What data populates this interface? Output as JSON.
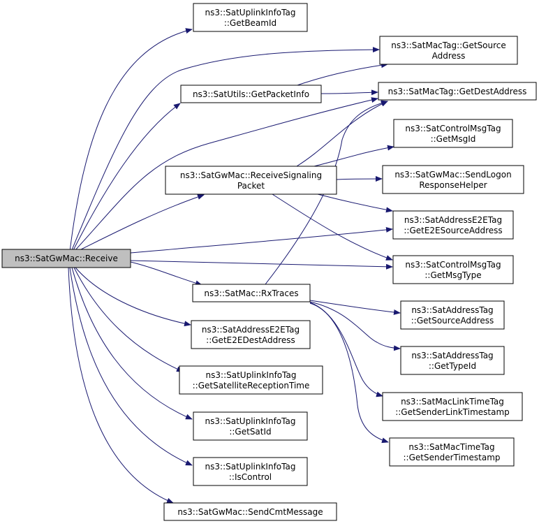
{
  "diagram": {
    "colors": {
      "edge": "#191970",
      "root_fill": "#bfbfbf",
      "node_fill": "#ffffff",
      "border": "#000000"
    },
    "nodes": {
      "receive": {
        "lines": [
          "ns3::SatGwMac::Receive"
        ]
      },
      "get_beam_id": {
        "lines": [
          "ns3::SatUplinkInfoTag",
          "::GetBeamId"
        ]
      },
      "get_source_address": {
        "lines": [
          "ns3::SatMacTag::GetSource",
          "Address"
        ]
      },
      "get_packet_info": {
        "lines": [
          "ns3::SatUtils::GetPacketInfo"
        ]
      },
      "get_dest_address": {
        "lines": [
          "ns3::SatMacTag::GetDestAddress"
        ]
      },
      "get_msg_id": {
        "lines": [
          "ns3::SatControlMsgTag",
          "::GetMsgId"
        ]
      },
      "receive_signaling_packet": {
        "lines": [
          "ns3::SatGwMac::ReceiveSignaling",
          "Packet"
        ]
      },
      "send_logon_response_helper": {
        "lines": [
          "ns3::SatGwMac::SendLogon",
          "ResponseHelper"
        ]
      },
      "get_e2e_source_address": {
        "lines": [
          "ns3::SatAddressE2ETag",
          "::GetE2ESourceAddress"
        ]
      },
      "get_msg_type": {
        "lines": [
          "ns3::SatControlMsgTag",
          "::GetMsgType"
        ]
      },
      "rx_traces": {
        "lines": [
          "ns3::SatMac::RxTraces"
        ]
      },
      "addr_get_source_address": {
        "lines": [
          "ns3::SatAddressTag",
          "::GetSourceAddress"
        ]
      },
      "get_e2e_dest_address": {
        "lines": [
          "ns3::SatAddressE2ETag",
          "::GetE2EDestAddress"
        ]
      },
      "get_type_id": {
        "lines": [
          "ns3::SatAddressTag",
          "::GetTypeId"
        ]
      },
      "get_satellite_reception_time": {
        "lines": [
          "ns3::SatUplinkInfoTag",
          "::GetSatelliteReceptionTime"
        ]
      },
      "get_sender_link_timestamp": {
        "lines": [
          "ns3::SatMacLinkTimeTag",
          "::GetSenderLinkTimestamp"
        ]
      },
      "get_sat_id": {
        "lines": [
          "ns3::SatUplinkInfoTag",
          "::GetSatId"
        ]
      },
      "get_sender_timestamp": {
        "lines": [
          "ns3::SatMacTimeTag",
          "::GetSenderTimestamp"
        ]
      },
      "is_control": {
        "lines": [
          "ns3::SatUplinkInfoTag",
          "::IsControl"
        ]
      },
      "send_cmt_message": {
        "lines": [
          "ns3::SatGwMac::SendCmtMessage"
        ]
      }
    }
  }
}
